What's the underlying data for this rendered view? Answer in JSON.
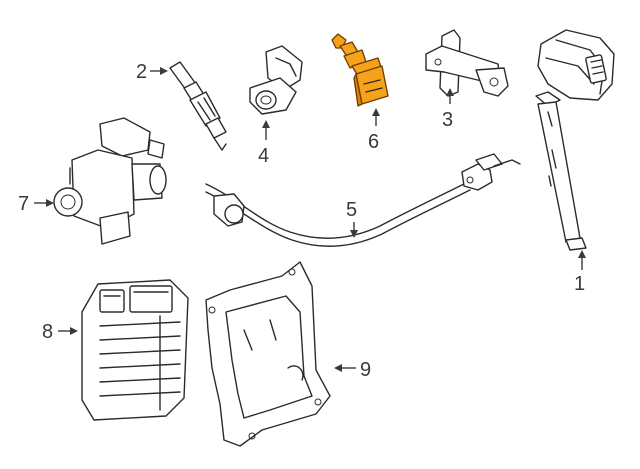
{
  "diagram": {
    "highlight_color": "#f7a21b",
    "line_color": "#2b2b2b",
    "parts": [
      {
        "id": "1",
        "label": "1"
      },
      {
        "id": "2",
        "label": "2"
      },
      {
        "id": "3",
        "label": "3"
      },
      {
        "id": "4",
        "label": "4"
      },
      {
        "id": "5",
        "label": "5"
      },
      {
        "id": "6",
        "label": "6",
        "highlighted": true
      },
      {
        "id": "7",
        "label": "7"
      },
      {
        "id": "8",
        "label": "8"
      },
      {
        "id": "9",
        "label": "9"
      }
    ]
  }
}
